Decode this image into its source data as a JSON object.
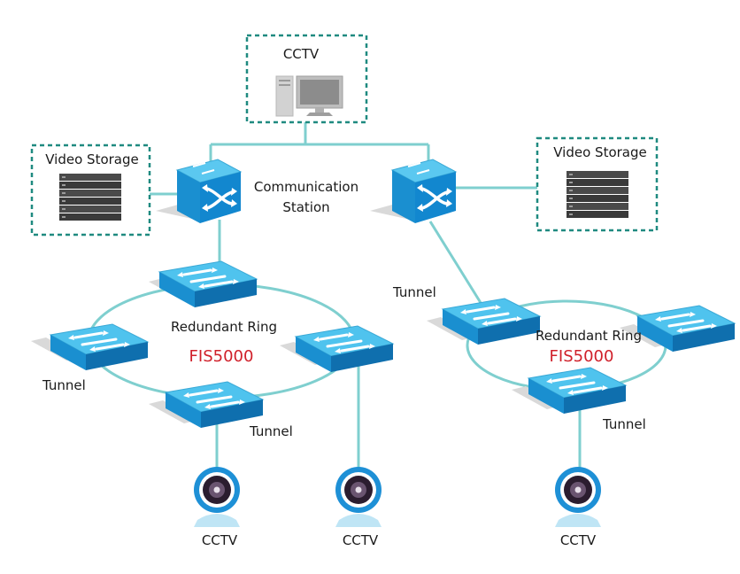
{
  "labels": {
    "cctv_top": "CCTV",
    "video_storage_left": "Video Storage",
    "video_storage_right": "Video Storage",
    "communication_station_line1": "Communication",
    "communication_station_line2": "Station",
    "ring_left": "Redundant Ring",
    "ring_right": "Redundant Ring",
    "product_left": "FIS5000",
    "product_right": "FIS5000",
    "tunnel_left_a": "Tunnel",
    "tunnel_left_b": "Tunnel",
    "tunnel_right_a": "Tunnel",
    "tunnel_right_b": "Tunnel",
    "cctv_cam_1": "CCTV",
    "cctv_cam_2": "CCTV",
    "cctv_cam_3": "CCTV"
  },
  "colors": {
    "link": "#7fcfcf",
    "box_border": "#1f8a80",
    "switch_top": "#4fc3ee",
    "switch_side": "#1587c9",
    "product_text": "#d0202a"
  },
  "icons": {
    "core_switch": "core-switch-icon",
    "ring_switch": "ring-switch-icon",
    "camera": "camera-icon",
    "monitor": "computer-monitor-icon",
    "storage": "storage-server-icon"
  }
}
